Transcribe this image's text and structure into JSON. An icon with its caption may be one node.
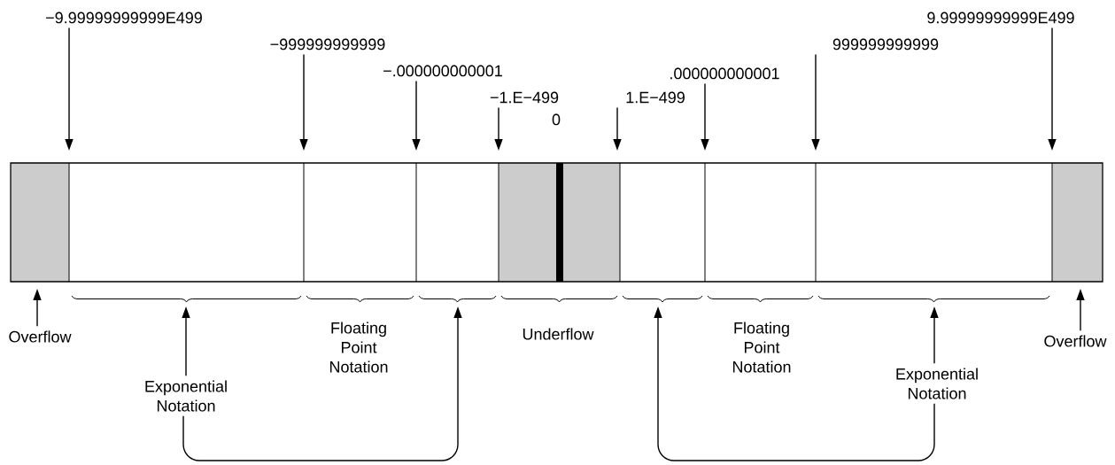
{
  "diagram": {
    "nodes": [
      {
        "text": [
          "−9.99999999999E499"
        ]
      },
      {
        "text": [
          "−999999999999"
        ]
      },
      {
        "text": [
          "−.000000000001"
        ]
      },
      {
        "text": [
          "−1.E−499"
        ]
      },
      {
        "text": [
          "1.E−499"
        ]
      },
      {
        "text": [
          ".000000000001"
        ]
      },
      {
        "text": [
          "999999999999"
        ]
      },
      {
        "text": [
          "9.99999999999E499"
        ]
      },
      {
        "text": [
          "Overflow"
        ]
      },
      {
        "text": [
          "Exponential Notation"
        ]
      },
      {
        "text": [
          "Exponential Notation"
        ]
      },
      {
        "text": [
          "Overflow"
        ]
      }
    ],
    "edges": [
      {
        "from": 0,
        "to": null,
        "arrow": "to"
      },
      {
        "from": 1,
        "to": null,
        "arrow": "to"
      },
      {
        "from": 2,
        "to": null,
        "arrow": "to"
      },
      {
        "from": 3,
        "to": null,
        "arrow": "to"
      },
      {
        "from": 4,
        "to": null,
        "arrow": "to"
      },
      {
        "from": 5,
        "to": null,
        "arrow": "to"
      },
      {
        "from": 6,
        "to": null,
        "arrow": "to"
      },
      {
        "from": 7,
        "to": null,
        "arrow": "to"
      },
      {
        "from": 8,
        "to": null,
        "arrow": "to"
      },
      {
        "from": 9,
        "to": null,
        "arrow": "to"
      },
      {
        "from": 9,
        "to": null,
        "arrow": "to"
      },
      {
        "from": 10,
        "to": null,
        "arrow": "to"
      },
      {
        "from": 10,
        "to": null,
        "arrow": "to"
      },
      {
        "from": 11,
        "to": null,
        "arrow": "to"
      }
    ],
    "labels": [
      "0",
      "Floating Point Notation",
      "Underflow",
      "Floating Point Notation"
    ]
  }
}
